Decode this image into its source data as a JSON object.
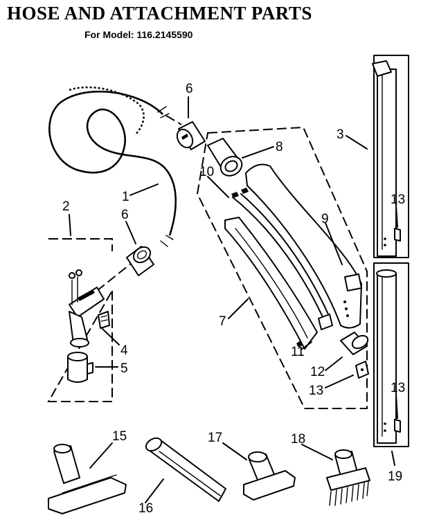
{
  "header": {
    "title": "HOSE AND ATTACHMENT PARTS",
    "subtitle": "For Model: 116.2145590"
  },
  "callouts": {
    "c1": "1",
    "c2": "2",
    "c3": "3",
    "c4": "4",
    "c5": "5",
    "c6a": "6",
    "c6b": "6",
    "c7": "7",
    "c8": "8",
    "c9": "9",
    "c10": "10",
    "c11": "11",
    "c12": "12",
    "c13a": "13",
    "c13b": "13",
    "c13c": "13",
    "c15": "15",
    "c16": "16",
    "c17": "17",
    "c18": "18",
    "c19": "19"
  }
}
